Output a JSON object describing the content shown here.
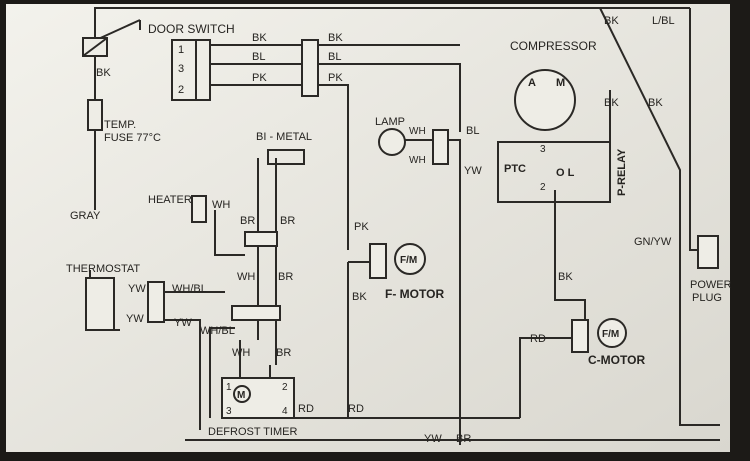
{
  "labels": {
    "door_switch": "DOOR SWITCH",
    "compressor": "COMPRESSOR",
    "temp_fuse_1": "TEMP.",
    "temp_fuse_2": "FUSE 77°C",
    "bimetal": "BI - METAL",
    "lamp": "LAMP",
    "heater": "HEATER",
    "gray": "GRAY",
    "thermostat": "THERMOSTAT",
    "f_motor": "F- MOTOR",
    "c_motor": "C-MOTOR",
    "defrost_timer": "DEFROST TIMER",
    "power_plug_1": "POWER",
    "power_plug_2": "PLUG",
    "gn_yw": "GN/YW",
    "ptc": "PTC",
    "ol": "O L",
    "p_relay": "P-RELAY",
    "comp_a": "A",
    "comp_m": "M",
    "fm": "F/M",
    "cm": "F/M",
    "timer_m": "M"
  },
  "pins": {
    "ds1": "1",
    "ds3": "3",
    "ds2": "2",
    "ptc3": "3",
    "ptc2": "2",
    "t1": "1",
    "t2": "2",
    "t3": "3",
    "t4": "4"
  },
  "wire_labels": {
    "bk_top_right": "BK",
    "lbl_top_right": "L/BL",
    "bk_left": "BK",
    "ds_bk": "BK",
    "ds_bl": "BL",
    "ds_pk": "PK",
    "ds_r_bk": "BK",
    "ds_r_bl": "BL",
    "ds_r_pk": "PK",
    "lamp_wh1": "WH",
    "lamp_wh2": "WH",
    "lamp_bl": "BL",
    "lamp_yw": "YW",
    "comp_bk1": "BK",
    "comp_bk2": "BK",
    "heater_wh": "WH",
    "bm_br1": "BR",
    "bm_br2": "BR",
    "pk_fm": "PK",
    "wh_mid": "WH",
    "br_mid": "BR",
    "th_yw1": "YW",
    "th_yw2": "YW",
    "th_whbl": "WH/BL",
    "th_yw3": "YW",
    "whbl2": "WH/BL",
    "bk_fm": "BK",
    "wh_low": "WH",
    "br_low": "BR",
    "bk_right": "BK",
    "rd_cm": "RD",
    "rd_timer": "RD",
    "rd_bottom": "RD",
    "yw_bottom": "YW",
    "br_bottom": "BR"
  },
  "colors": {
    "panel": "#eeede6",
    "ink": "#2b2926",
    "background": "#1c1a17"
  }
}
